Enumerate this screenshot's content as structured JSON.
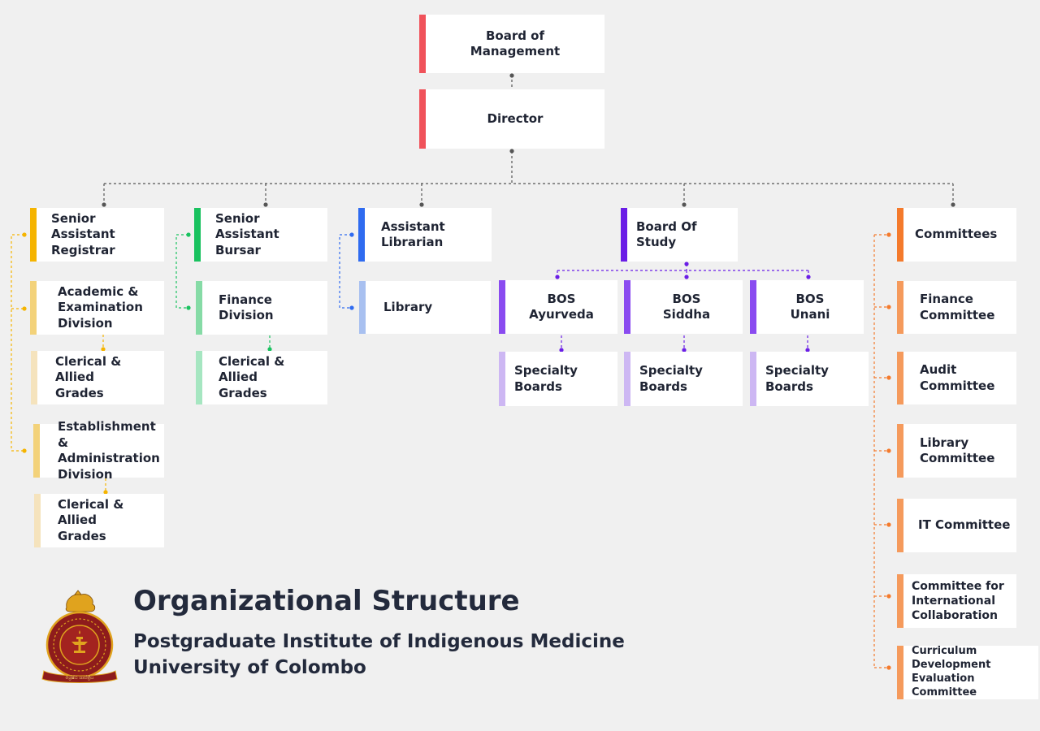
{
  "colors": {
    "red": "#f0525a",
    "yellow": "#f5b400",
    "yellow_light": "#f3d27a",
    "yellow_pale": "#f5e3bd",
    "green": "#19c25f",
    "green_light": "#86dba6",
    "green_pale": "#a6e6c1",
    "blue": "#2f6bf0",
    "blue_light": "#a8c0f0",
    "purple_dark": "#6a1ee6",
    "purple": "#8a4bf0",
    "purple_light": "#cdb7f3",
    "orange": "#f47a2c",
    "orange_light": "#f59a5c",
    "line_gray": "#555555",
    "background": "#f0f0f0"
  },
  "diagram": {
    "top": {
      "board": "Board of\nManagement",
      "director": "Director"
    },
    "registrar": {
      "head": "Senior Assistant\nRegistrar",
      "academic": "Academic &\nExamination\nDivision",
      "clerical_1": "Clerical & Allied\nGrades",
      "establishment": "Establishment &\nAdministration\nDivision",
      "clerical_2": "Clerical & Allied\nGrades"
    },
    "bursar": {
      "head": "Senior Assistant\nBursar",
      "finance": "Finance\nDivision",
      "clerical": "Clerical & Allied\nGrades"
    },
    "librarian": {
      "head": "Assistant\nLibrarian",
      "library": "Library"
    },
    "study": {
      "head": "Board Of Study",
      "bos_1": "BOS\nAyurveda",
      "bos_2": "BOS\nSiddha",
      "bos_3": "BOS\nUnani",
      "specialty_1": "Specialty\nBoards",
      "specialty_2": "Specialty\nBoards",
      "specialty_3": "Specialty\nBoards"
    },
    "committees": {
      "head": "Committees",
      "items": [
        "Finance\nCommittee",
        "Audit\nCommittee",
        "Library\nCommittee",
        "IT Committee",
        "Committee for\nInternational\nCollaboration",
        "Curriculum\nDevelopment\nEvaluation Committee"
      ]
    }
  },
  "footer": {
    "title": "Organizational Structure",
    "subtitle_1": "Postgraduate Institute of Indigenous Medicine",
    "subtitle_2": "University of Colombo",
    "logo_icon": "university-crest-icon",
    "logo_text": "ශ්‍රේෂ්ඨ ශාස්ත්‍රීය"
  }
}
